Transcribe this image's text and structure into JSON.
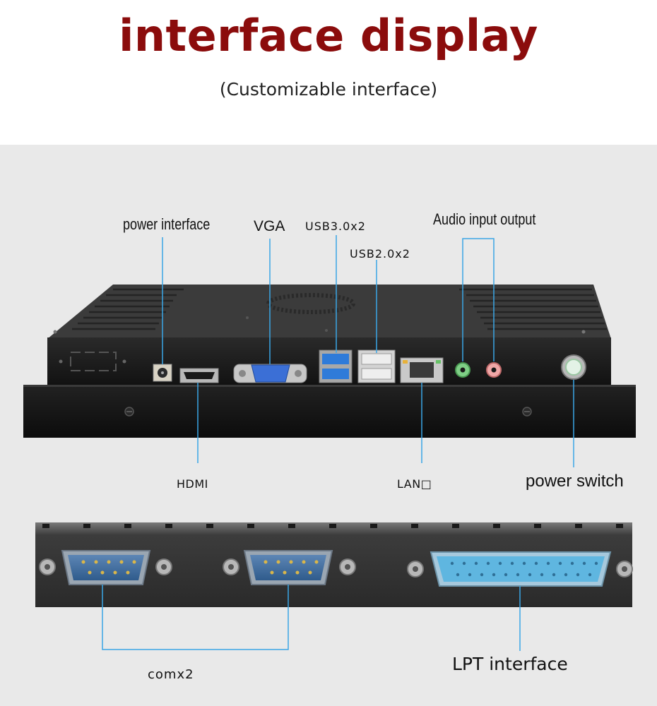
{
  "header": {
    "title": "interface display",
    "subtitle": "(Customizable interface)"
  },
  "labels": {
    "power_interface": "power interface",
    "vga": "VGA",
    "usb3": "USB3.0x2",
    "usb2": "USB2.0x2",
    "audio": "Audio input output",
    "hdmi": "HDMI",
    "lan": "LAN□",
    "power_switch": "power switch",
    "com": "comx2",
    "lpt": "LPT interface"
  },
  "colors": {
    "title": "#8b0c0c",
    "leader_line": "#3aa6e6",
    "panel_bg": "#e9e9e9",
    "chassis": "#1c1c1c"
  }
}
